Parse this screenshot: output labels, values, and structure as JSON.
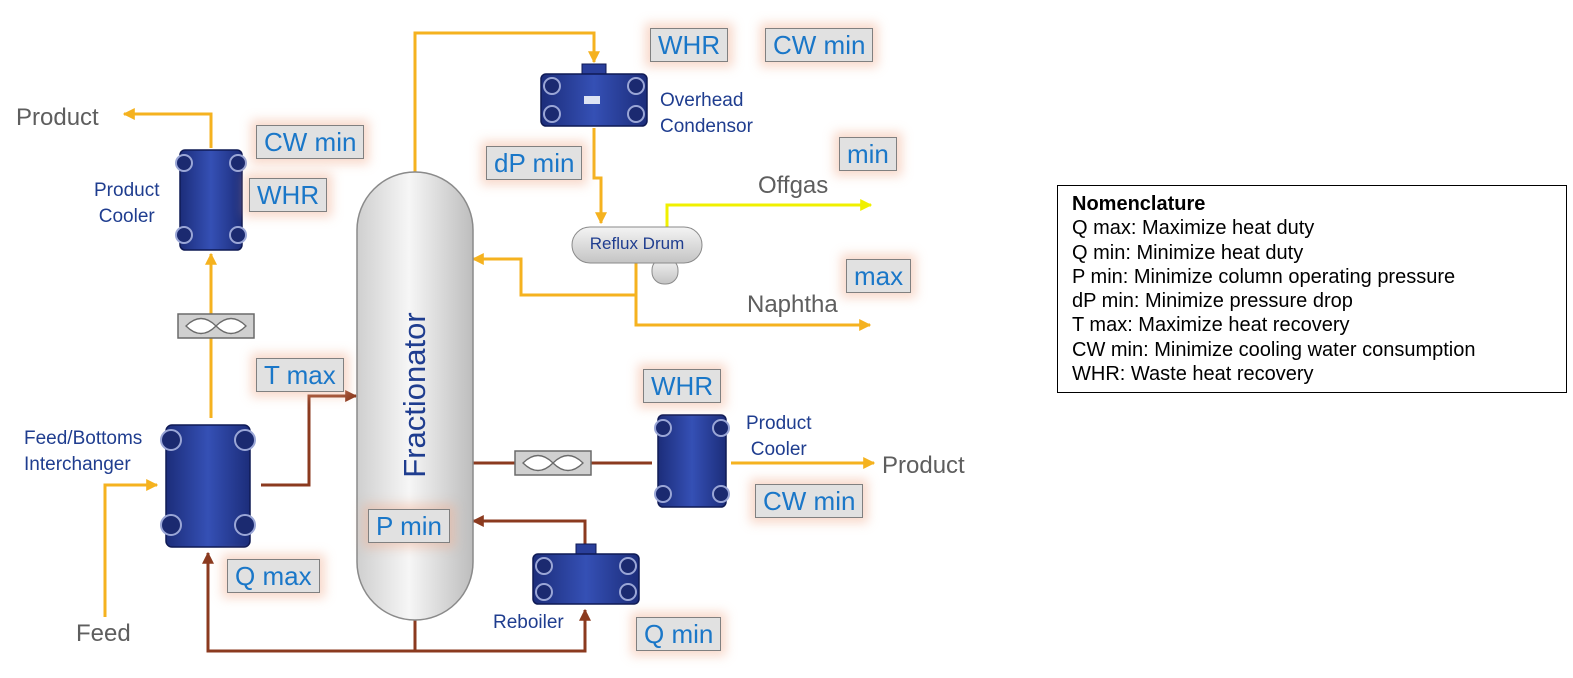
{
  "equipment": {
    "fractionator": "Fractionator",
    "reflux_drum": "Reflux Drum",
    "overhead_condensor": [
      "Overhead",
      "Condensor"
    ],
    "product_cooler_top": [
      "Product",
      "Cooler"
    ],
    "product_cooler_right": [
      "Product",
      "Cooler"
    ],
    "feed_bottoms_interchanger": [
      "Feed/Bottoms",
      "Interchanger"
    ],
    "reboiler": "Reboiler"
  },
  "streams": {
    "product_top": "Product",
    "product_right": "Product",
    "feed": "Feed",
    "offgas": "Offgas",
    "naphtha": "Naphtha"
  },
  "tags": {
    "overhead_whr": "WHR",
    "overhead_cw_min": "CW min",
    "overhead_dp_min": "dP min",
    "offgas_min": "min",
    "naphtha_max": "max",
    "product_cooler_top_cw_min": "CW min",
    "product_cooler_top_whr": "WHR",
    "feed_t_max": "T max",
    "interchanger_q_max": "Q max",
    "fractionator_p_min": "P min",
    "reboiler_q_min": "Q min",
    "product_cooler_right_whr": "WHR",
    "product_cooler_right_cw_min": "CW min"
  },
  "legend": {
    "title": "Nomenclature",
    "items": [
      "Q max: Maximize heat duty",
      "Q min: Minimize heat duty",
      "P min: Minimize column operating pressure",
      "dP min: Minimize pressure drop",
      "T max: Maximize heat recovery",
      "CW min: Minimize cooling water consumption",
      "WHR: Waste heat recovery"
    ]
  },
  "colors": {
    "hot_stream": "#f5b21f",
    "bottoms_stream": "#8b3a1f",
    "offgas_stream": "#f0f000",
    "tag_text": "#1a77c8",
    "equipment_label": "#1f3d8f",
    "exchanger_body": "#2a3f9b"
  }
}
